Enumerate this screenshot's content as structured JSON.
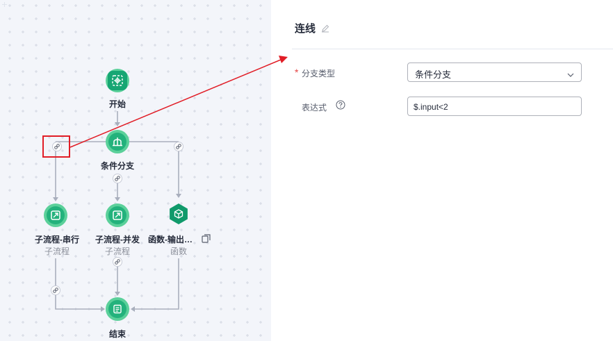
{
  "flow": {
    "nodes": {
      "start": {
        "label": "开始"
      },
      "branch": {
        "label": "条件分支"
      },
      "serial": {
        "label": "子流程-串行",
        "sub": "子流程"
      },
      "parallel": {
        "label": "子流程-并发",
        "sub": "子流程"
      },
      "func": {
        "label": "函数-输出…",
        "sub": "函数"
      },
      "end": {
        "label": "结束"
      }
    }
  },
  "panel": {
    "title": "连线",
    "branch_type_label": "分支类型",
    "branch_type_value": "条件分支",
    "expression_label": "表达式",
    "expression_value": "$.input<2"
  },
  "colors": {
    "node_green": "#5bd09a",
    "node_dark": "#109a6b",
    "highlight_red": "#e11d26",
    "required_star": "#e54545"
  },
  "icons": [
    "flow-start-icon",
    "branch-icon",
    "subflow-icon",
    "function-icon",
    "end-icon",
    "link-icon",
    "edit-icon",
    "help-icon",
    "chevron-down-icon",
    "copy-icon"
  ]
}
